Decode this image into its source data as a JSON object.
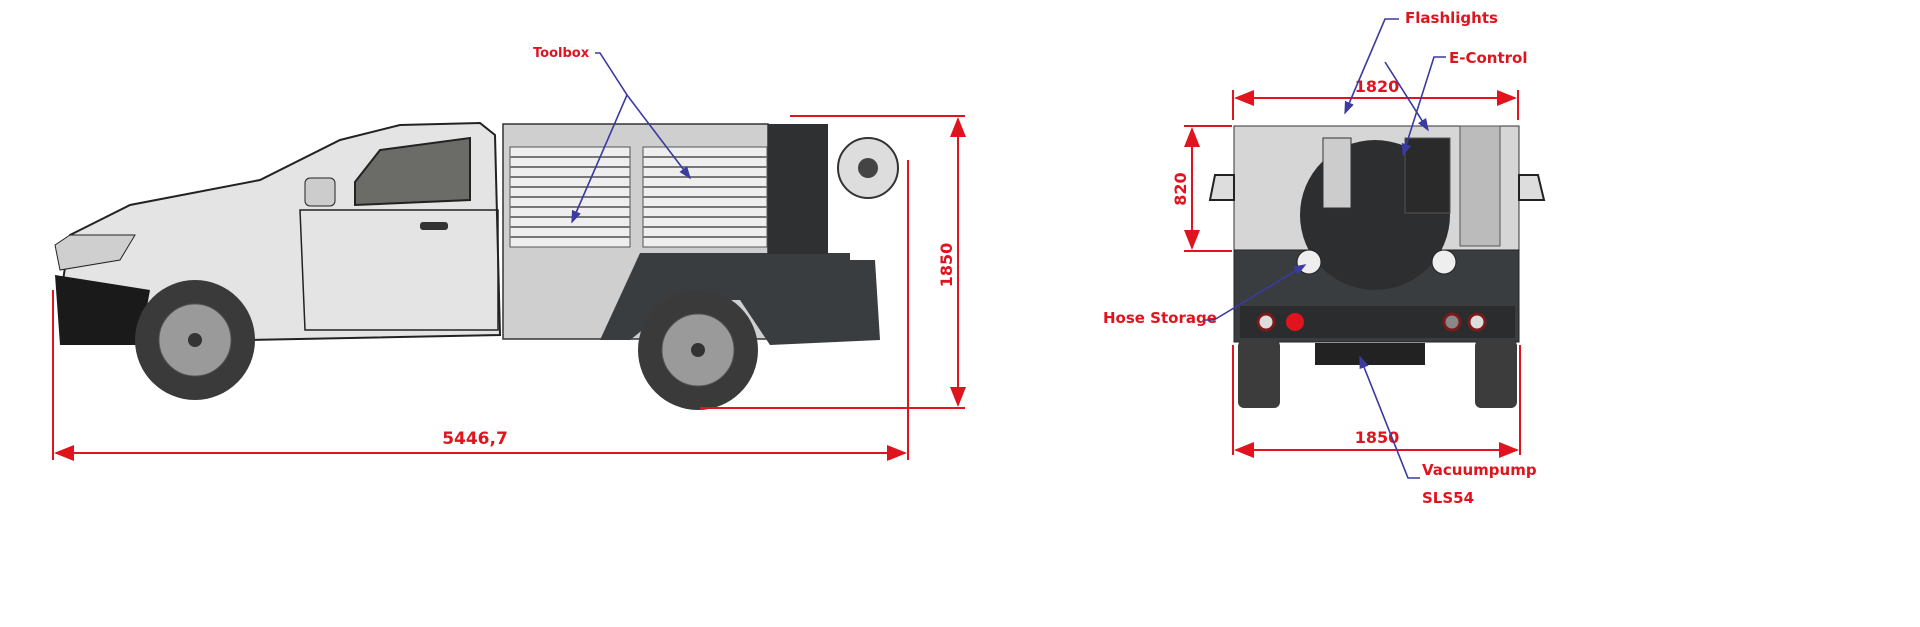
{
  "side_view": {
    "callouts": {
      "toolbox": "Toolbox"
    },
    "dimensions": {
      "length": "5446,7",
      "height": "1850"
    }
  },
  "rear_view": {
    "callouts": {
      "flashlights": "Flashlights",
      "e_control": "E-Control",
      "hose_storage": "Hose Storage",
      "vacuumpump_line1": "Vacuumpump",
      "vacuumpump_line2": "SLS54"
    },
    "dimensions": {
      "top_width": "1820",
      "body_height": "820",
      "track_width": "1850"
    }
  },
  "colors": {
    "dimension": "#e0141e",
    "leader": "#3a3aa0",
    "body_dark": "#3a3d40",
    "body_light": "#d6d6d6"
  }
}
